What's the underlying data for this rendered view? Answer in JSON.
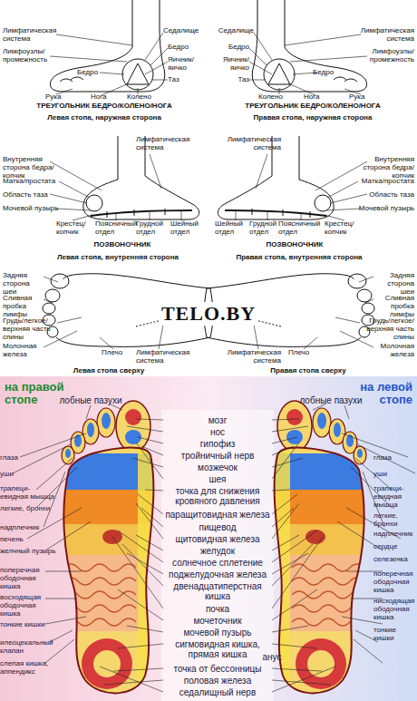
{
  "diagram": {
    "labels": [
      "Лимфатическая система",
      "Лимфоузлы/ промежность",
      "Бедро",
      "Рука",
      "Нога",
      "Колено",
      "Седалище",
      "Бедро",
      "Яичник/ яичко",
      "Таз",
      "ТРЕУГОЛЬНИК БЕДРО/КОЛЕНО/НОГА",
      "Левая стопа, наружная сторона",
      "Седалище",
      "Бедро",
      "Яичник/ яичко",
      "Таз",
      "Колено",
      "Нога",
      "Рука",
      "Лимфатическая система",
      "Лимфоузлы/ промежность",
      "Бедро",
      "ТРЕУГОЛЬНИК БЕДРО/КОЛЕНО/НОГА",
      "Правая стопа, наружная сторона",
      "Лимфатическая система",
      "Внутренняя сторона бедра/ копчик",
      "Матка/простата",
      "Область таза",
      "Мочевой пузырь",
      "Крестец/ копчик",
      "Поясничный отдел",
      "Грудной отдел",
      "Шейный отдел",
      "ПОЗВОНОЧНИК",
      "Левая стопа, внутренняя сторона",
      "Лимфатическая система",
      "Внутренняя сторона бедра/ копчик",
      "Матка/простата",
      "Область таза",
      "Мочевой пузырь",
      "Шейный отдел",
      "Грудной отдел",
      "Поясничный отдел",
      "Крестец/ копчик",
      "ПОЗВОНОЧНИК",
      "Правая стопа, внутренняя сторона",
      "Задняя сторона шеи",
      "Сливная пробка лимфы",
      "Грудь/легкое/ верхняя часть спины",
      "Молочная железа",
      "Плечо",
      "Лимфатическая система",
      "Левая стопа сверху",
      "TELO.BY",
      "Задняя сторона шеи",
      "Сливная пробка лимфы",
      "Грудь/легкое/ верхняя часть спины",
      "Молочная железа",
      "Лимфатическая система",
      "Плечо",
      "Правая стопа сверху",
      "на правой стопе",
      "на левой стопе",
      "лобные пазухи",
      "лобные пазухи",
      "мозг",
      "нос",
      "гипофиз",
      "тройничный нерв",
      "мозжечок",
      "шея",
      "точка для снижения кровяного давления",
      "паращитовидная железа",
      "пищевод",
      "щитовидная железа",
      "желудок",
      "солнечное сплетение",
      "поджелудочная железа",
      "двенадцатиперстная кишка",
      "почка",
      "мочеточник",
      "мочевой пузырь",
      "сигмовидная кишка, прямая кишка",
      "анус",
      "точка от бессонницы",
      "половая железа",
      "седалищный нерв",
      "глаза",
      "уши",
      "трапеци- евидная мышца",
      "легкие, бронхи",
      "надплечник",
      "печень",
      "желчный пузырь",
      "поперечная ободочная кишка",
      "восходящая ободочная кишка",
      "тонкие кишки",
      "илеоцекальный клапан",
      "слепая кишка, аппендикс",
      "глаза",
      "уши",
      "трапеци- евидная мышца",
      "легкие, бронхи",
      "надплечник",
      "сердце",
      "селезенка",
      "поперечная ободочная кишка",
      "нисходящая ободочная кишка",
      "тонкие кишки"
    ]
  }
}
